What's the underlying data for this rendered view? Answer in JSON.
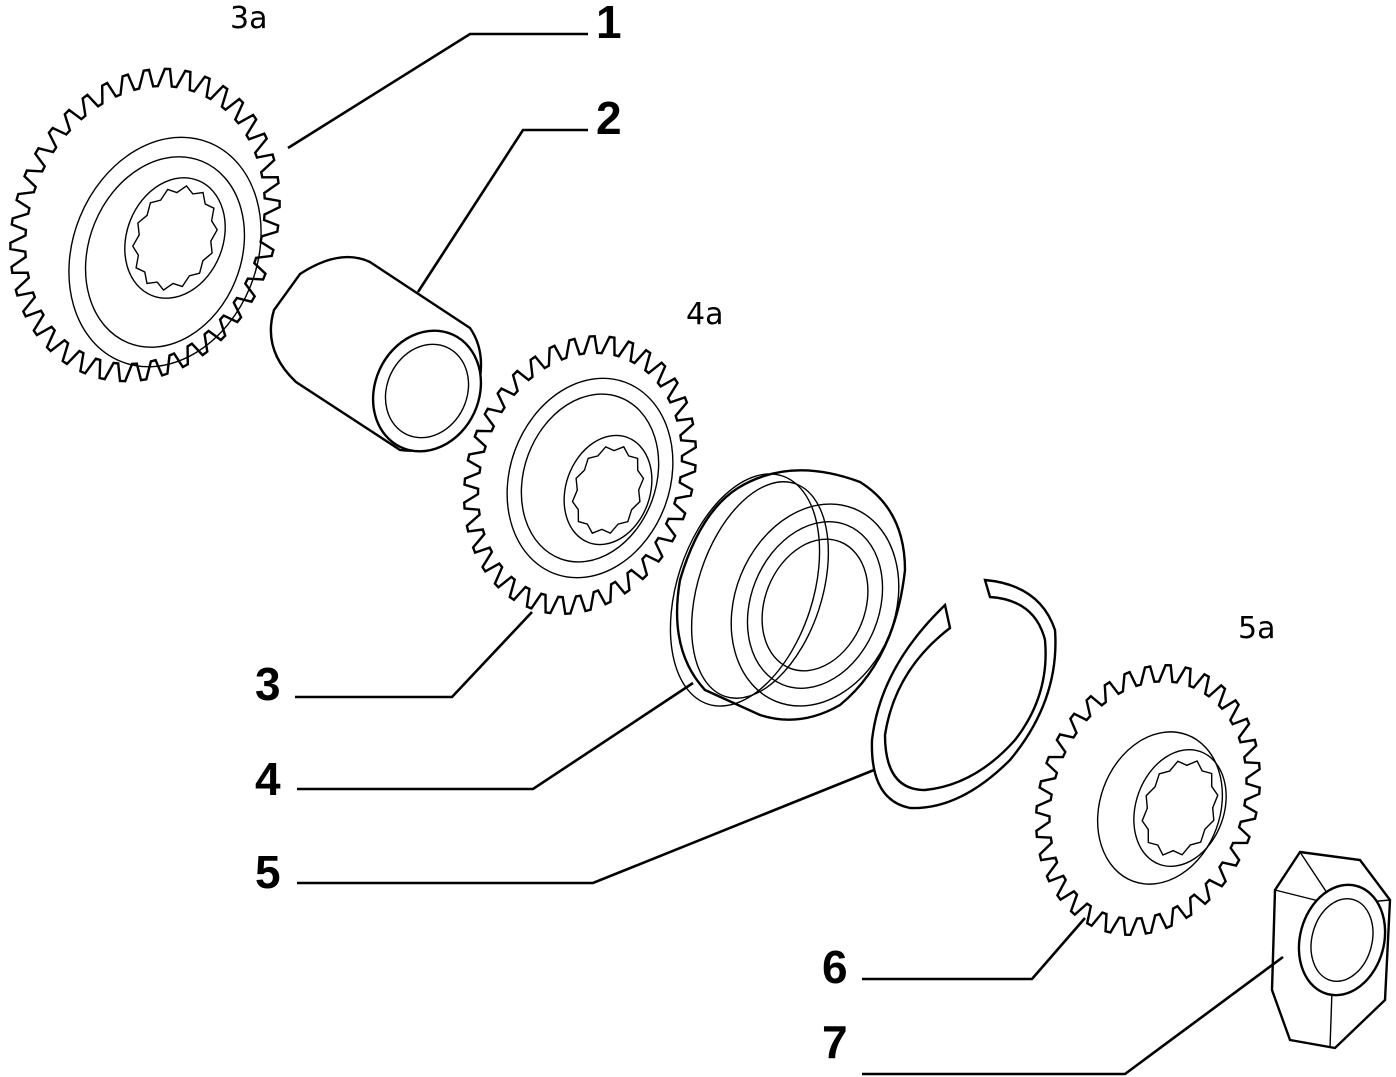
{
  "diagram": {
    "sub_labels": [
      "3a",
      "4a",
      "5a"
    ],
    "callouts": [
      "1",
      "2",
      "3",
      "4",
      "5",
      "6",
      "7"
    ],
    "parts": [
      {
        "id": "gear-3a",
        "kind": "gear"
      },
      {
        "id": "bushing",
        "kind": "sleeve"
      },
      {
        "id": "gear-4a",
        "kind": "gear"
      },
      {
        "id": "bearing",
        "kind": "ball-bearing"
      },
      {
        "id": "snap-ring",
        "kind": "circlip"
      },
      {
        "id": "gear-5a",
        "kind": "gear"
      },
      {
        "id": "nut",
        "kind": "hex-nut"
      }
    ]
  }
}
